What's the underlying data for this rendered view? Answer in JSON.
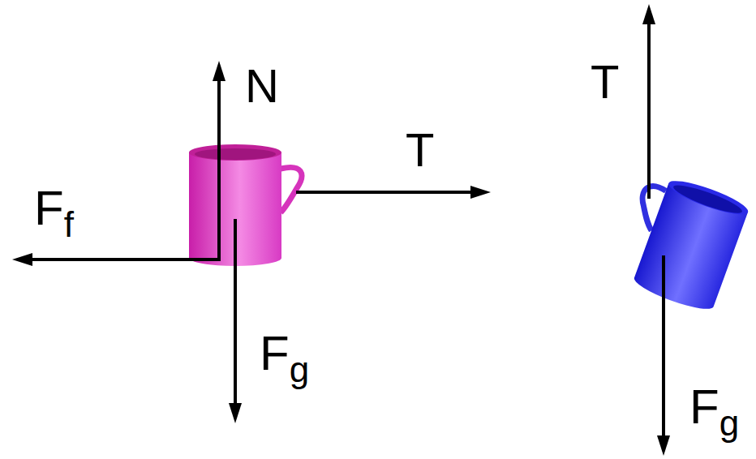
{
  "diagram": {
    "labels": [
      "N",
      "T",
      "Ff",
      "Fg",
      "T",
      "Fg"
    ]
  }
}
